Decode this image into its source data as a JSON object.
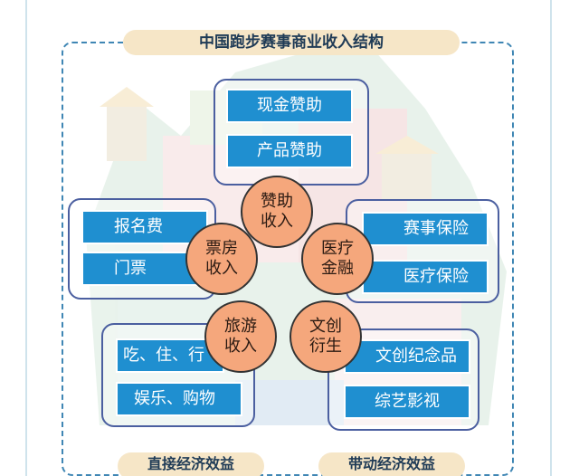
{
  "title": "中国跑步赛事商业收入结构",
  "hubs": [
    {
      "id": "sponsor",
      "lines": [
        "赞助",
        "收入"
      ]
    },
    {
      "id": "ticket",
      "lines": [
        "票房",
        "收入"
      ]
    },
    {
      "id": "medical",
      "lines": [
        "医疗",
        "金融"
      ]
    },
    {
      "id": "tourism",
      "lines": [
        "旅游",
        "收入"
      ]
    },
    {
      "id": "creative",
      "lines": [
        "文创",
        "衍生"
      ]
    }
  ],
  "groups": {
    "sponsor": [
      "现金赞助",
      "产品赞助"
    ],
    "ticket": [
      "报名费",
      "门票"
    ],
    "medical": [
      "赛事保险",
      "医疗保险"
    ],
    "tourism": [
      "吃、住、行",
      "娱乐、购物"
    ],
    "creative": [
      "文创纪念品",
      "综艺影视"
    ]
  },
  "footer": {
    "left": "直接经济效益",
    "right": "带动经济效益"
  },
  "colors": {
    "tag": "#1f8fd0",
    "hub": "#f5a77c",
    "frame": "#3f86b4",
    "pill": "#f6e6c7"
  }
}
